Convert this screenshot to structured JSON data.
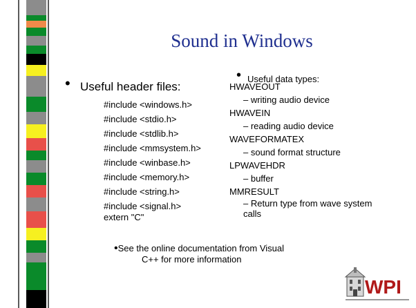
{
  "slide": {
    "title": "Sound in Windows",
    "left_column": {
      "heading": "Useful header files:",
      "includes": [
        "#include <windows.h>",
        "#include <stdio.h>",
        "#include <stdlib.h>",
        "#include <mmsystem.h>",
        "#include <winbase.h>",
        "#include <memory.h>",
        "#include <string.h>",
        "#include <signal.h>"
      ],
      "extern": "extern \"C\""
    },
    "right_column": {
      "heading": "Useful data types:",
      "types": [
        {
          "name": "HWAVEOUT",
          "desc": "– writing audio device"
        },
        {
          "name": "HWAVEIN",
          "desc": "– reading audio device"
        },
        {
          "name": "WAVEFORMATEX",
          "desc": "– sound format structure"
        },
        {
          "name": "LPWAVEHDR",
          "desc": "– buffer"
        },
        {
          "name": "MMRESULT",
          "desc": "– Return type  from wave system calls"
        }
      ]
    },
    "note": {
      "line1": "See the online documentation from Visual",
      "line2": "C++ for more information"
    },
    "bullet_glyph": "•",
    "logo_text": "WPI",
    "colors": {
      "title": "#1f2f8f",
      "stripe_gray": "#8c8c8c",
      "stripe_green": "#0a8a2a",
      "stripe_red": "#e8504a",
      "stripe_yellow": "#f6f020",
      "stripe_orange": "#f08a4a",
      "stripe_black": "#000000",
      "logo": "#b01a1a"
    }
  }
}
